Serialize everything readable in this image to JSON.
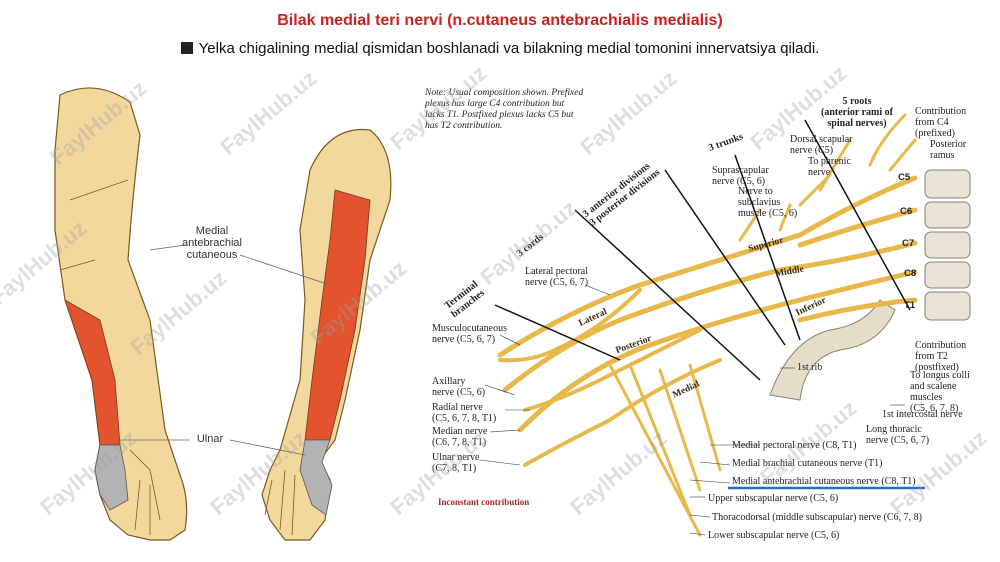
{
  "title": "Bilak medial teri nervi (n.cutaneus antebrachialis medialis)",
  "subtitle": "Yelka chigalining medial qismidan boshlanadi va bilakning medial tomonini innervatsiya qiladi.",
  "arm_labels": {
    "medial_antebrachial": "Medial\nantebrachial\ncutaneous",
    "ulnar": "Ulnar"
  },
  "plexus": {
    "note": "Note: Usual composition shown. Prefixed plexus has large C4 contribution but lacks T1. Postfixed plexus lacks C5 but has T2 contribution.",
    "headings": {
      "roots": "5 roots\n(anterior rami of\nspinal nerves)",
      "trunks": "3 trunks",
      "divisions": "3 anterior divisions\n3 posterior divisions",
      "cords": "3 cords",
      "terminal": "Terminal\nbranches"
    },
    "trunk_labels": {
      "superior": "Superior",
      "middle": "Middle",
      "inferior": "Inferior"
    },
    "cord_labels": {
      "lateral": "Lateral",
      "posterior": "Posterior",
      "medial": "Medial"
    },
    "roots": [
      "C5",
      "C6",
      "C7",
      "C8",
      "T1"
    ],
    "left_labels": [
      "Lateral pectoral\nnerve (C5, 6, 7)",
      "Musculocutaneous\nnerve (C5, 6, 7)",
      "Axillary\nnerve (C5, 6)",
      "Radial nerve\n(C5, 6, 7, 8, T1)",
      "Median nerve\n(C6, 7, 8, T1)",
      "Ulnar nerve\n(C7, 8, T1)"
    ],
    "top_labels": [
      "Suprascapular\nnerve (C5, 6)",
      "Nerve to\nsubclavius\nmuscle (C5, 6)",
      "Dorsal scapular\nnerve (C5)",
      "To phrenic\nnerve"
    ],
    "right_labels": [
      "Contribution\nfrom C4\n(prefixed)",
      "Posterior\nramus",
      "Contribution\nfrom T2\n(postfixed)",
      "To longus colli\nand scalene\nmuscles\n(C5, 6, 7, 8)",
      "1st intercostal nerve",
      "Long thoracic\nnerve (C5, 6, 7)"
    ],
    "rib_label": "1st rib",
    "bottom_labels": [
      "Medial pectoral nerve (C8, T1)",
      "Medial brachial cutaneous nerve (T1)",
      "Medial antebrachial cutaneous nerve (C8, T1)",
      "Upper subscapular nerve (C5, 6)",
      "Thoracodorsal (middle subscapular) nerve (C6, 7, 8)",
      "Lower subscapular nerve (C5, 6)"
    ],
    "inconstant": "Inconstant contribution"
  },
  "watermark": "FaylHub.uz",
  "colors": {
    "title": "#cc1f1f",
    "nerve": "#e8b94a",
    "arm_skin": "#f2d89c",
    "medial_zone": "#e2532e",
    "ulnar_zone": "#b3b3b3",
    "highlight": "#1f73c7"
  }
}
